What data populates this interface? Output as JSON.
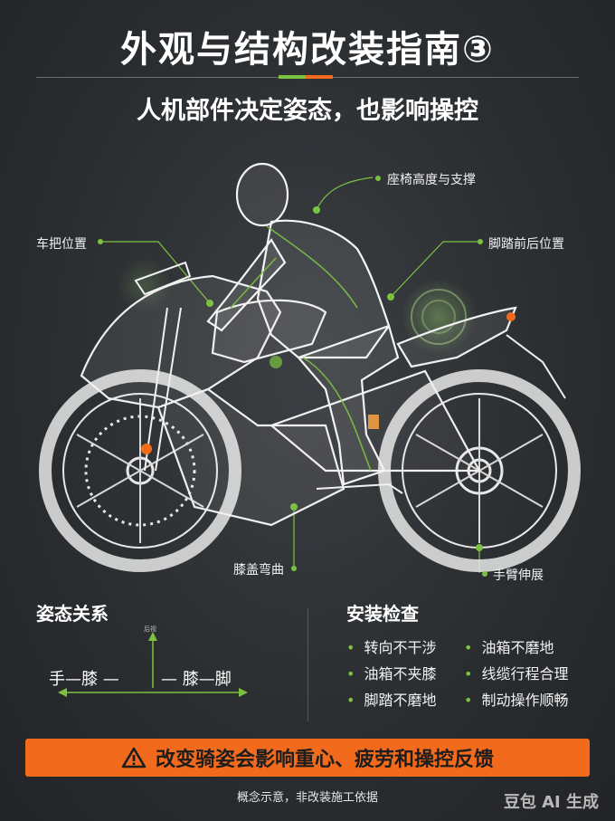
{
  "header": {
    "title": "外观与结构改装指南③",
    "subtitle": "人机部件决定姿态，也影响操控"
  },
  "callouts": {
    "seat": "座椅高度与支撑",
    "handlebar": "车把位置",
    "footpeg": "脚踏前后位置",
    "knee": "膝盖弯曲",
    "arm": "手臂伸展"
  },
  "posture": {
    "title": "姿态关系",
    "left": "手—膝 —",
    "right": "— 膝—脚",
    "center_label": "后视"
  },
  "checks": {
    "title": "安装检查",
    "items": [
      "转向不干涉",
      "油箱不磨地",
      "油箱不夹膝",
      "线缆行程合理",
      "脚踏不磨地",
      "制动操作顺畅"
    ]
  },
  "banner": {
    "text": "改变骑姿会影响重心、疲劳和操控反馈"
  },
  "footer": {
    "note": "概念示意，非改装施工依据",
    "watermark": "豆包 AI 生成"
  },
  "colors": {
    "accent_green": "#7cc242",
    "accent_orange": "#f26b1d"
  }
}
